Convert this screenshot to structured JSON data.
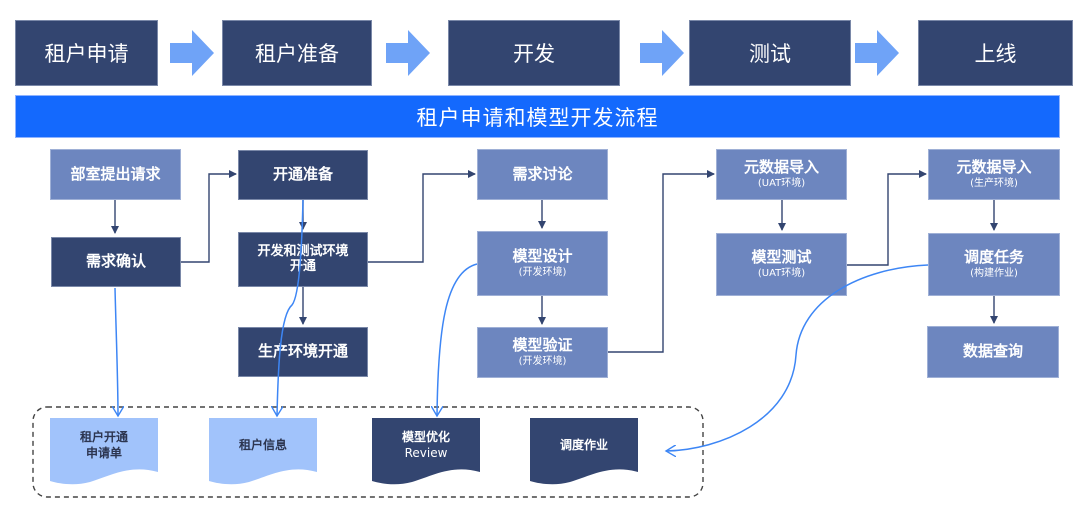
{
  "phases": [
    {
      "label": "租户申请"
    },
    {
      "label": "租户准备"
    },
    {
      "label": "开发"
    },
    {
      "label": "测试"
    },
    {
      "label": "上线"
    }
  ],
  "banner": {
    "title": "租户申请和模型开发流程"
  },
  "nodes": {
    "dept_request": {
      "main": "部室提出请求"
    },
    "req_confirm": {
      "main": "需求确认"
    },
    "open_prep": {
      "main": "开通准备"
    },
    "dev_test_env": {
      "main": "开发和测试环境",
      "main2": "开通"
    },
    "prod_env": {
      "main": "生产环境开通"
    },
    "req_discuss": {
      "main": "需求讨论"
    },
    "model_design": {
      "main": "模型设计",
      "sub": "(开发环境)"
    },
    "model_verify": {
      "main": "模型验证",
      "sub": "(开发环境)"
    },
    "meta_import_uat": {
      "main": "元数据导入",
      "sub": "(UAT环境)"
    },
    "model_test": {
      "main": "模型测试",
      "sub": "(UAT环境)"
    },
    "meta_import_prod": {
      "main": "元数据导入",
      "sub": "(生产环境)"
    },
    "schedule_task": {
      "main": "调度任务",
      "sub": "(构建作业)"
    },
    "data_query": {
      "main": "数据查询"
    }
  },
  "documents": [
    {
      "line1": "租户开通",
      "line2": "申请单",
      "style": "light"
    },
    {
      "line1": "租户信息",
      "line2": "",
      "style": "light"
    },
    {
      "line1": "模型优化",
      "line2": "Review",
      "style": "dark"
    },
    {
      "line1": "调度作业",
      "line2": "",
      "style": "dark"
    }
  ],
  "colors": {
    "phase_bg": "#334570",
    "banner_bg": "#1469fd",
    "node_light": "#6d86bf",
    "node_dark": "#334570",
    "doc_light": "#a1c3fb",
    "connector": "#334570",
    "curve": "#3d86f5",
    "phase_arrow": "#6fa3f7"
  }
}
